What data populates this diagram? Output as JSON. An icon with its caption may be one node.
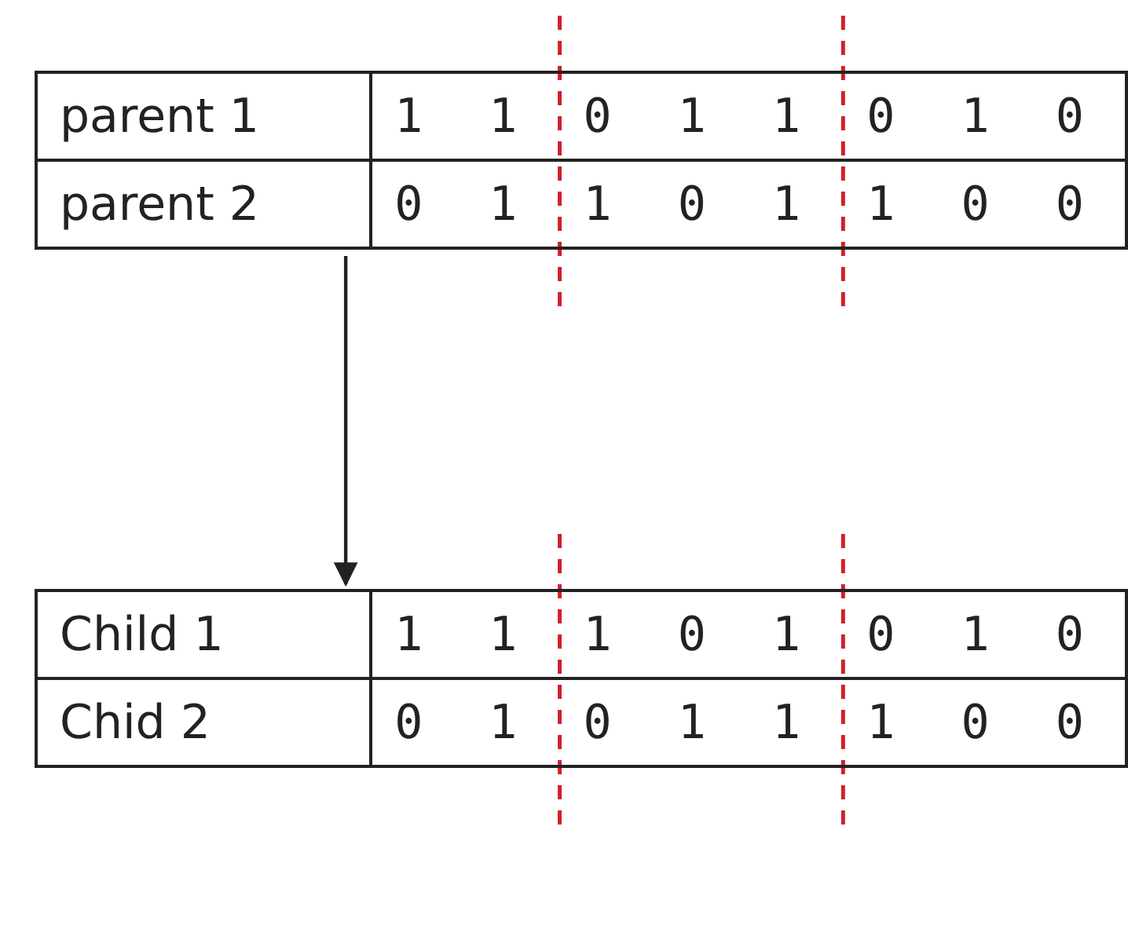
{
  "diagram": {
    "nodes": [
      {
        "text": [
          "parent 1",
          "1 1 0 1 1 0 1 0",
          "parent 2",
          "0 1 1 0 1 1 0 0"
        ]
      },
      {
        "text": [
          "Child 1",
          "1 1 1 0 1 0 1 0",
          "Chid 2",
          "0 1 0 1 1 1 0 0"
        ]
      }
    ],
    "edges": [
      {
        "from": 0,
        "to": 1,
        "arrow": "to"
      }
    ]
  }
}
